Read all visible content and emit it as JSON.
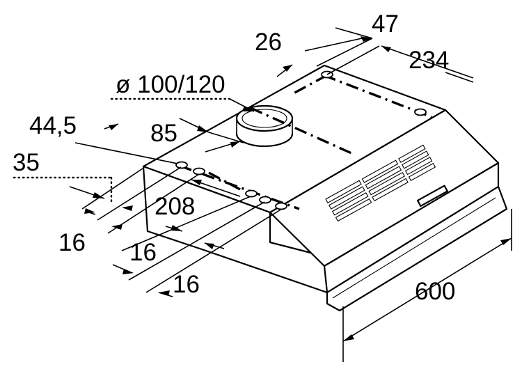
{
  "dimensions": {
    "d47": "47",
    "d26": "26",
    "d234": "234",
    "d_diameter": "ø 100/120",
    "d44_5": "44,5",
    "d85": "85",
    "d35": "35",
    "d208": "208",
    "d16_a": "16",
    "d16_b": "16",
    "d16_c": "16",
    "d600": "600"
  },
  "colors": {
    "line": "#000000",
    "background": "#ffffff"
  }
}
